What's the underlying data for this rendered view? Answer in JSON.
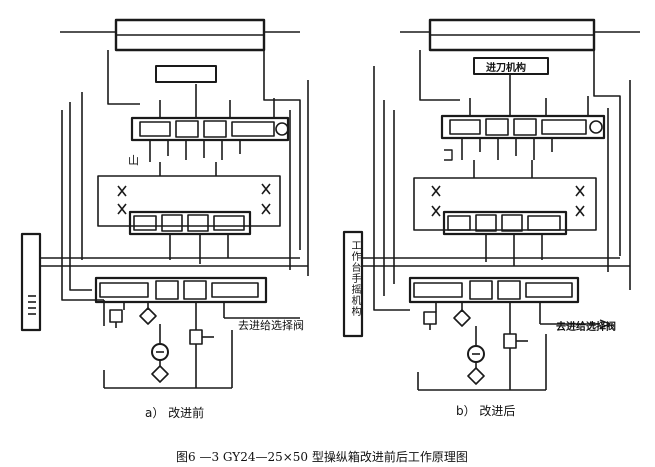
{
  "figure": {
    "caption": "图6 —3   GY24—25×50   型操纵箱改进前后工作原理图"
  },
  "diagram_a": {
    "sublabel": "a） 改进前",
    "mark_shan": "山",
    "outlet_label": "去进给选择阀"
  },
  "diagram_b": {
    "sublabel": "b）  改进后",
    "box_label": "进刀机构",
    "side_label": "工作台手摇机构",
    "outlet_label": "去进给选择阀"
  },
  "colors": {
    "ink": "#1a1a1a",
    "background": "#ffffff"
  }
}
